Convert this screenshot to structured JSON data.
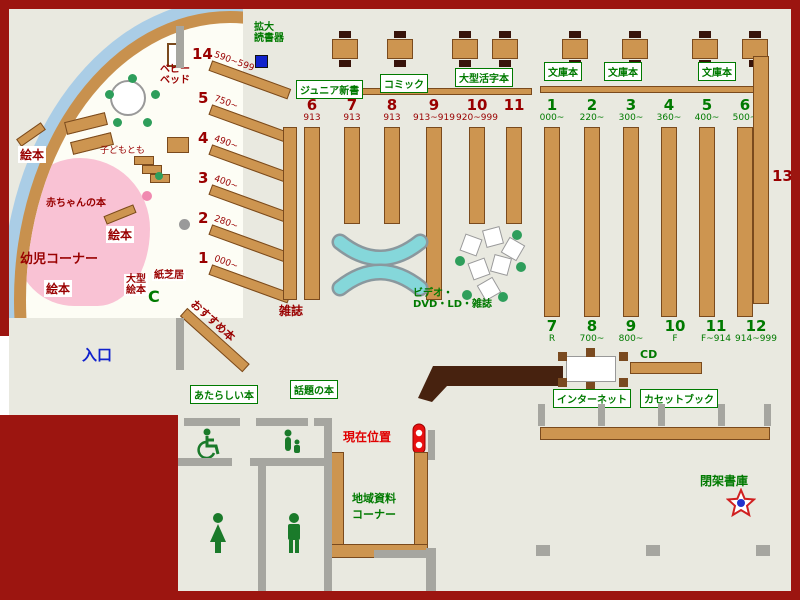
{
  "colors": {
    "frame": "#9c1510",
    "floor": "#e9e9e0",
    "room": "#fdfdf5",
    "shelf": "#cd9550",
    "shelf_dark": "#7a4a1d",
    "wall": "#a6a6a0",
    "red": "#990000",
    "green": "#007a00",
    "blue": "#1122cc",
    "pink": "#f9c2d4",
    "sofa": "#85d7da",
    "counter": "#47220f",
    "chair_dark": "#38130a"
  },
  "top_labels": {
    "magnifier_line1": "拡大",
    "magnifier_line2": "読書器"
  },
  "categories": {
    "junior": "ジュニア新書",
    "comic": "コミック",
    "large_print": "大型活字本",
    "bunko1": "文庫本",
    "bunko2": "文庫本",
    "bunko3": "文庫本"
  },
  "diagonal_shelves": [
    {
      "num": "14",
      "range": "590~599"
    },
    {
      "num": "5",
      "range": "750~"
    },
    {
      "num": "4",
      "range": "490~"
    },
    {
      "num": "3",
      "range": "400~"
    },
    {
      "num": "2",
      "range": "280~"
    },
    {
      "num": "1",
      "range": "000~"
    }
  ],
  "red_columns": [
    {
      "num": "6",
      "range": "913"
    },
    {
      "num": "7",
      "range": "913"
    },
    {
      "num": "8",
      "range": "913"
    },
    {
      "num": "9",
      "range": "913~919"
    },
    {
      "num": "10",
      "range": "920~999"
    },
    {
      "num": "11",
      "range": ""
    }
  ],
  "green_top_columns": [
    {
      "num": "1",
      "range": "000~"
    },
    {
      "num": "2",
      "range": "220~"
    },
    {
      "num": "3",
      "range": "300~"
    },
    {
      "num": "4",
      "range": "360~"
    },
    {
      "num": "5",
      "range": "400~"
    },
    {
      "num": "6",
      "range": "500~"
    }
  ],
  "green_bottom_columns": [
    {
      "num": "7",
      "range": "R"
    },
    {
      "num": "8",
      "range": "700~"
    },
    {
      "num": "9",
      "range": "800~"
    },
    {
      "num": "10",
      "range": "F"
    },
    {
      "num": "11",
      "range": "F~914"
    },
    {
      "num": "12",
      "range": "914~999"
    }
  ],
  "shelf13": "13",
  "center_labels": {
    "magazines": "雑誌",
    "video_line1": "ビデオ・",
    "video_line2": "DVD・LD・雑誌",
    "cd": "CD",
    "internet": "インターネット",
    "cassette": "カセットブック",
    "new_books": "あたらしい本",
    "topic_books": "話題の本",
    "current_location": "現在位置",
    "local_line1": "地域資料",
    "local_line2": "コーナー",
    "closed_stacks": "閉架書庫",
    "entrance": "入口"
  },
  "kids_area": {
    "corner": "幼児コーナー",
    "baby_books": "赤ちゃんの本",
    "ehon1": "絵本",
    "ehon2": "絵本",
    "ehon3": "絵本",
    "kodomo": "子どもとも",
    "baby_bed_line1": "ベビー",
    "baby_bed_line2": "ベッド",
    "large_ehon_line1": "大型",
    "large_ehon_line2": "絵本",
    "kamishibai": "紙芝居",
    "c_mark": "C",
    "recommend": "おすすめ本"
  }
}
